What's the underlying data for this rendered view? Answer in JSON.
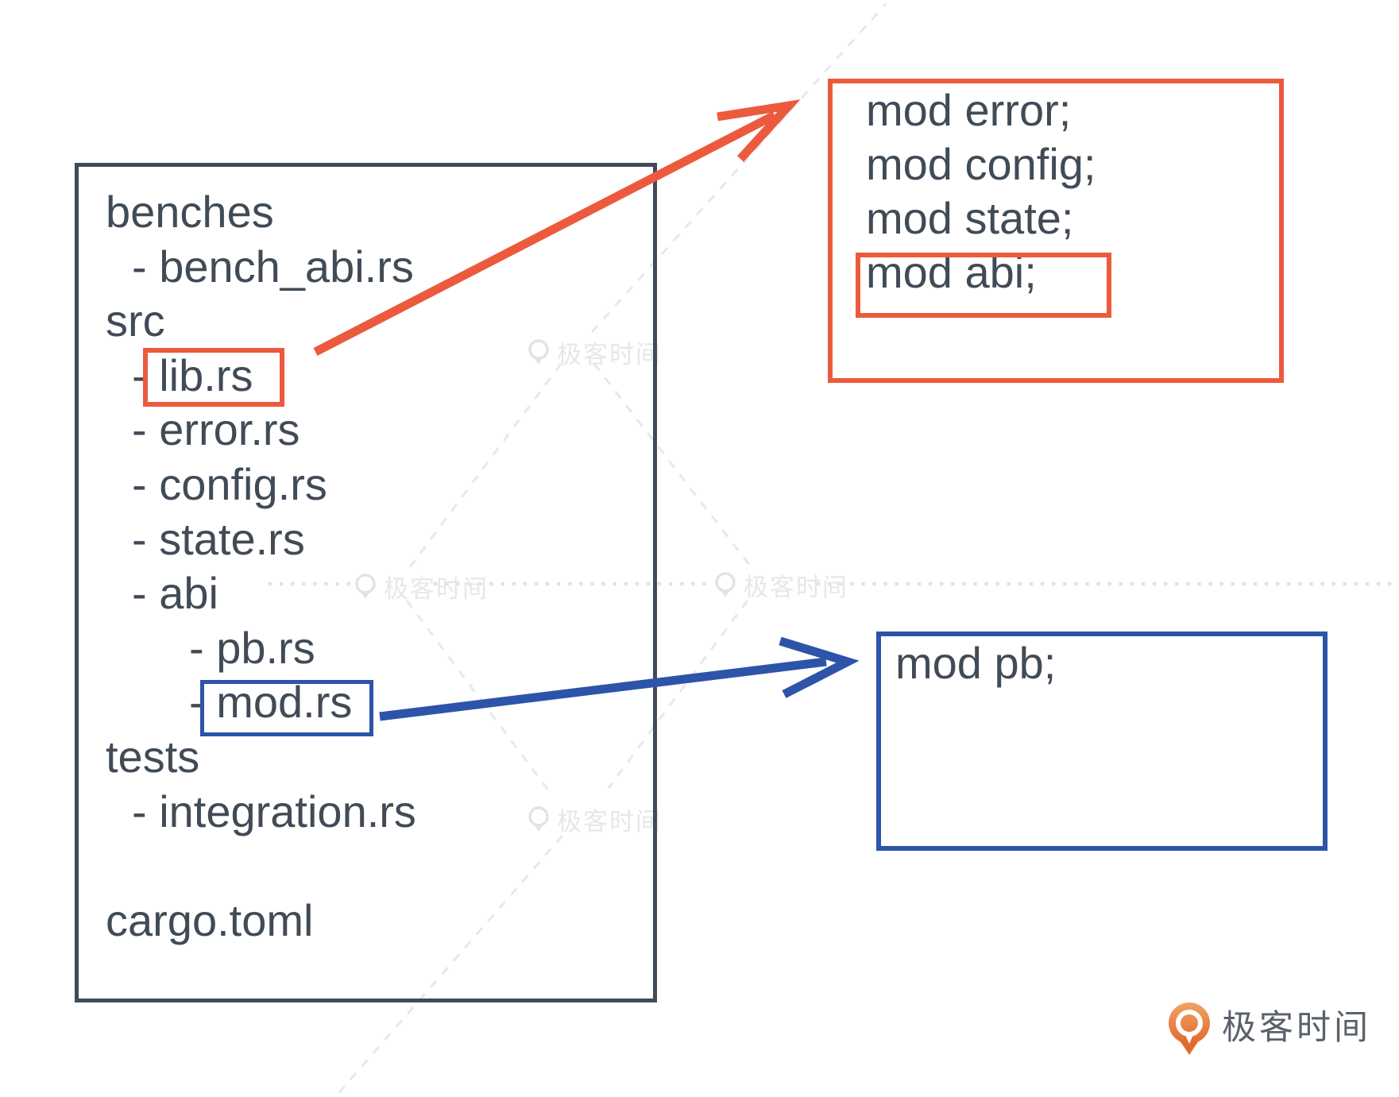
{
  "file_tree_panel": {
    "items": [
      {
        "text": "benches",
        "level": 0,
        "dash": false,
        "highlight": null
      },
      {
        "text": "bench_abi.rs",
        "level": 1,
        "dash": true,
        "highlight": null
      },
      {
        "text": "src",
        "level": 0,
        "dash": false,
        "highlight": null
      },
      {
        "text": "lib.rs",
        "level": 1,
        "dash": true,
        "highlight": "orange"
      },
      {
        "text": "error.rs",
        "level": 1,
        "dash": true,
        "highlight": null
      },
      {
        "text": "config.rs",
        "level": 1,
        "dash": true,
        "highlight": null
      },
      {
        "text": "state.rs",
        "level": 1,
        "dash": true,
        "highlight": null
      },
      {
        "text": "abi",
        "level": 1,
        "dash": true,
        "highlight": null
      },
      {
        "text": "pb.rs",
        "level": 2,
        "dash": true,
        "highlight": null
      },
      {
        "text": "mod.rs",
        "level": 2,
        "dash": true,
        "highlight": "blue"
      },
      {
        "text": "tests",
        "level": 0,
        "dash": false,
        "highlight": null
      },
      {
        "text": "integration.rs",
        "level": 1,
        "dash": true,
        "highlight": null
      },
      {
        "text": "",
        "level": 0,
        "dash": false,
        "highlight": null
      },
      {
        "text": "cargo.toml",
        "level": 0,
        "dash": false,
        "highlight": null
      }
    ]
  },
  "lib_code_panel": {
    "lines": [
      "mod error;",
      "mod config;",
      "mod state;",
      "mod abi;"
    ],
    "highlighted_line": "mod abi;"
  },
  "abi_code_panel": {
    "lines": [
      "mod pb;"
    ]
  },
  "watermark": {
    "label": "极客时间"
  },
  "brand": {
    "label": "极客时间"
  },
  "colors": {
    "ink": "#414b57",
    "orange": "#ec5a3d",
    "blue": "#2d54a8",
    "watermark_gray": "#e7e7e7",
    "brand_orange": "#e8702f",
    "brand_orange_light": "#f2a263",
    "brand_text": "#5a616b"
  }
}
